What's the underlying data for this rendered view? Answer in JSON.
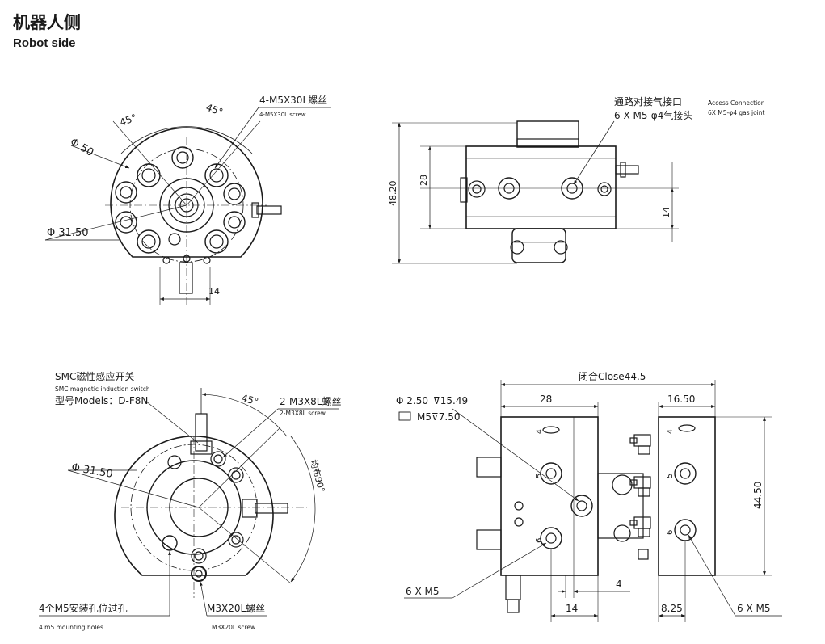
{
  "header": {
    "title_cn": "机器人侧",
    "title_en": "Robot side"
  },
  "view1": {
    "angle_left": "45°",
    "angle_right": "45°",
    "dia_outer": "Φ 50",
    "dia_bolt": "Φ 31.50",
    "screw_cn": "4-M5X30L螺丝",
    "screw_en": "4-M5X30L screw",
    "dim_bottom": "14"
  },
  "view2": {
    "gas_cn_1": "通路对接气接口",
    "gas_cn_2": "6 X M5-φ4气接头",
    "gas_en_1": "Access Connection",
    "gas_en_2": "6X M5-φ4 gas joint",
    "dim_height": "48.20",
    "dim_28": "28",
    "dim_14": "14"
  },
  "view3": {
    "switch_cn": "SMC磁性感应开关",
    "switch_en": "SMC magnetic induction switch",
    "model": "型号Models：D-F8N",
    "angle": "45°",
    "dia_bolt": "Φ 31.50",
    "screw_cn": "2-M3X8L螺丝",
    "screw_en": "2-M3X8L screw",
    "even_90": "均布90°",
    "holes_cn": "4个M5安装孔位过孔",
    "holes_en": "4 m5 mounting holes",
    "screw2_cn": "M3X20L螺丝",
    "screw2_en": "M3X20L screw"
  },
  "view4": {
    "close_label": "闭合Close44.5",
    "dim_28": "28",
    "dim_1650": "16.50",
    "hole_dia": "Φ 2.50",
    "hole_depth": "⊽15.49",
    "m5_depth": "M5⊽7.50",
    "port_labels": [
      "4",
      "5",
      "6"
    ],
    "dim_4": "4",
    "dim_14": "14",
    "dim_825": "8.25",
    "dim_4450": "44.50",
    "m5_left": "6 X M5",
    "m5_right": "6 X M5"
  }
}
